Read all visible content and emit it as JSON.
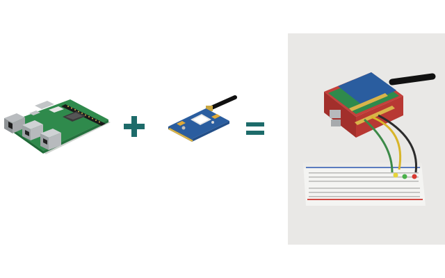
{
  "scene": {
    "description_items": [
      {
        "name": "raspberry-pi-board",
        "color": "#2f8a4c"
      },
      {
        "name": "plus-sign",
        "color": "#1d6b6a"
      },
      {
        "name": "gsm-hat-module",
        "color": "#2a5d9f"
      },
      {
        "name": "equals-sign",
        "color": "#1d6b6a"
      },
      {
        "name": "assembled-project-photo",
        "color": "#e9e8e6"
      }
    ]
  }
}
